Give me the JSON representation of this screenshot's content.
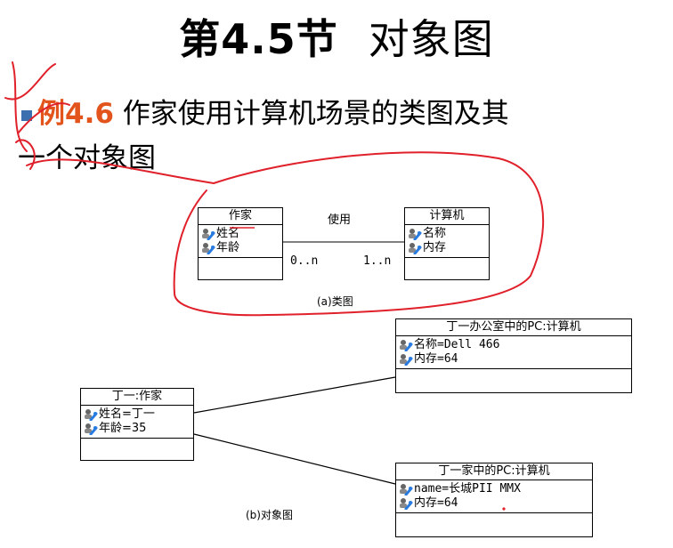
{
  "title": {
    "main": "第4.5节",
    "sub": "对象图"
  },
  "heading": {
    "example_label": "例4.6",
    "text_line1": "作家使用计算机场景的类图及其",
    "text_line2": "一个对象图"
  },
  "class_diagram": {
    "writer": {
      "name": "作家",
      "attrs": [
        "姓名",
        "年龄"
      ]
    },
    "computer": {
      "name": "计算机",
      "attrs": [
        "名称",
        "内存"
      ]
    },
    "association": {
      "name": "使用",
      "left_mult": "0..n",
      "right_mult": "1..n"
    },
    "caption": "(a)类图"
  },
  "object_diagram": {
    "writer_obj": {
      "name": "丁一:作家",
      "attrs": [
        "姓名=丁一",
        "年龄=35"
      ]
    },
    "office_pc": {
      "name": "丁一办公室中的PC:计算机",
      "attrs": [
        "名称=Dell 466",
        "内存=64"
      ]
    },
    "home_pc": {
      "name": "丁一家中的PC:计算机",
      "attrs": [
        "name=长城PII MMX",
        "内存=64"
      ]
    },
    "caption": "(b)对象图"
  },
  "colors": {
    "annotation": "#e0202a",
    "example": "#e2541b",
    "bullet": "#3b6fb0",
    "icon_blue": "#2a7be0"
  },
  "icons": {
    "attribute": "attribute-key-icon"
  }
}
